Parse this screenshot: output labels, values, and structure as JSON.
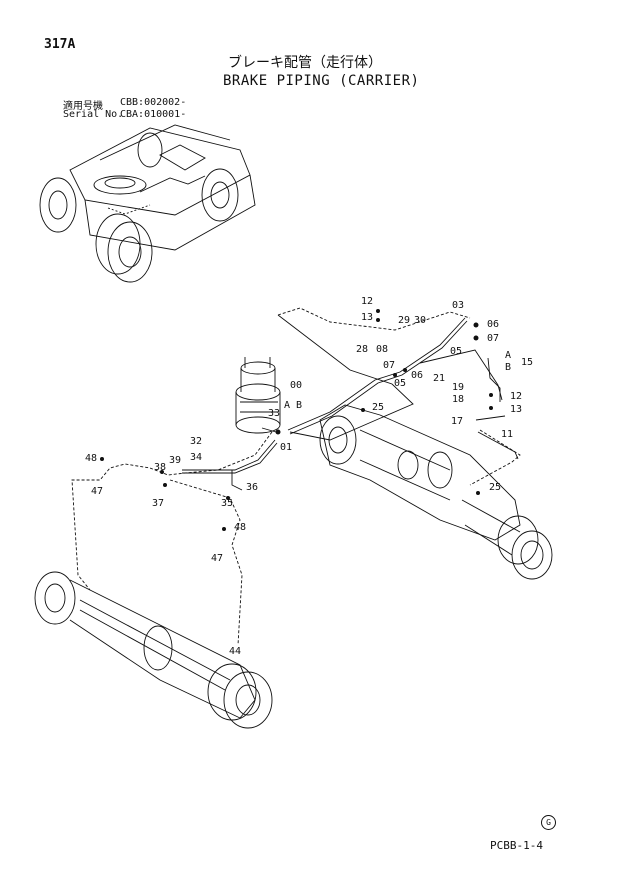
{
  "header": {
    "page_number": "317A",
    "title_jp": "ブレーキ配管（走行体）",
    "title_en": "BRAKE PIPING (CARRIER)"
  },
  "serial": {
    "jp_label": "適用号機",
    "jp_value": "CBB:002002-",
    "en_label": "Serial No.",
    "en_value": "CBA:010001-"
  },
  "footer": {
    "code": "PCBB-1-4",
    "stamp": "G"
  },
  "callouts": [
    "12",
    "13",
    "29",
    "30",
    "03",
    "06",
    "07",
    "28",
    "08",
    "07",
    "05",
    "A",
    "B",
    "15",
    "00",
    "A",
    "B",
    "33",
    "01",
    "25",
    "21",
    "19",
    "18",
    "05",
    "06",
    "12",
    "13",
    "17",
    "11",
    "32",
    "48",
    "38",
    "39",
    "34",
    "47",
    "37",
    "35",
    "36",
    "25",
    "48",
    "47",
    "44"
  ]
}
